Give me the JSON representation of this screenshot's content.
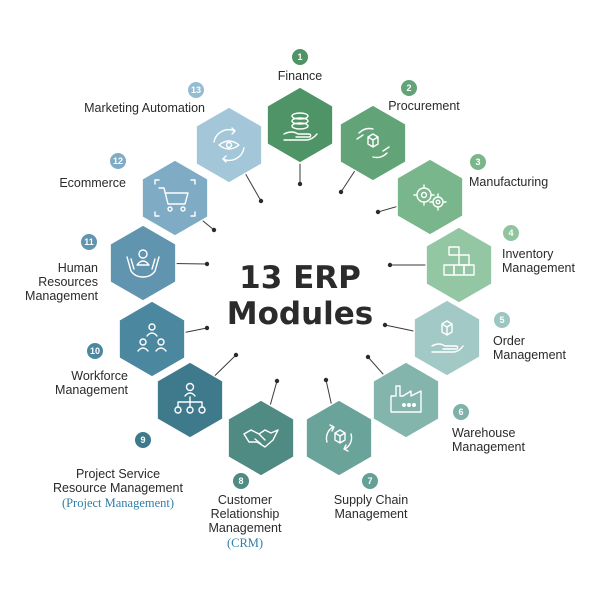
{
  "title": {
    "line1": "13 ERP",
    "line2": "Modules"
  },
  "modules": [
    {
      "number": "1",
      "label_lines": [
        "Finance"
      ],
      "subtitle": "",
      "icon": "coins-hand-icon",
      "hex_color": "#4f9466",
      "badge_color": "#4f9466"
    },
    {
      "number": "2",
      "label_lines": [
        "Procurement"
      ],
      "subtitle": "",
      "icon": "box-hands-icon",
      "hex_color": "#62a478",
      "badge_color": "#62a478"
    },
    {
      "number": "3",
      "label_lines": [
        "Manufacturing"
      ],
      "subtitle": "",
      "icon": "gears-icon",
      "hex_color": "#7ab68c",
      "badge_color": "#7ab68c"
    },
    {
      "number": "4",
      "label_lines": [
        "Inventory",
        "Management"
      ],
      "subtitle": "",
      "icon": "stacked-boxes-icon",
      "hex_color": "#93c6a2",
      "badge_color": "#8fc49f"
    },
    {
      "number": "5",
      "label_lines": [
        "Order",
        "Management"
      ],
      "subtitle": "",
      "icon": "box-hand-icon",
      "hex_color": "#a2c9c6",
      "badge_color": "#9cc6c2"
    },
    {
      "number": "6",
      "label_lines": [
        "Warehouse",
        "Management"
      ],
      "subtitle": "",
      "icon": "warehouse-icon",
      "hex_color": "#84b5ad",
      "badge_color": "#7fb1a9"
    },
    {
      "number": "7",
      "label_lines": [
        "Supply Chain",
        "Management"
      ],
      "subtitle": "",
      "icon": "box-cycle-icon",
      "hex_color": "#6aa39a",
      "badge_color": "#65a096"
    },
    {
      "number": "8",
      "label_lines": [
        "Customer",
        "Relationship",
        "Management"
      ],
      "subtitle": "(CRM)",
      "icon": "handshake-icon",
      "hex_color": "#4f8a83",
      "badge_color": "#4f8a83"
    },
    {
      "number": "9",
      "label_lines": [
        "Project Service",
        "Resource Management"
      ],
      "subtitle": "(Project Management)",
      "icon": "org-chart-icon",
      "hex_color": "#3f7a8c",
      "badge_color": "#3f7a8c"
    },
    {
      "number": "10",
      "label_lines": [
        "Workforce",
        "Management"
      ],
      "subtitle": "",
      "icon": "people-group-icon",
      "hex_color": "#4c87a0",
      "badge_color": "#4c87a0"
    },
    {
      "number": "11",
      "label_lines": [
        "Human",
        "Resources",
        "Management"
      ],
      "subtitle": "",
      "icon": "person-hands-icon",
      "hex_color": "#6194ae",
      "badge_color": "#6194ae"
    },
    {
      "number": "12",
      "label_lines": [
        "Ecommerce"
      ],
      "subtitle": "",
      "icon": "shopping-cart-icon",
      "hex_color": "#7facc4",
      "badge_color": "#7facc4"
    },
    {
      "number": "13",
      "label_lines": [
        "Marketing Automation"
      ],
      "subtitle": "",
      "icon": "eye-cycle-icon",
      "hex_color": "#a3c7d9",
      "badge_color": "#94bdd2"
    }
  ]
}
